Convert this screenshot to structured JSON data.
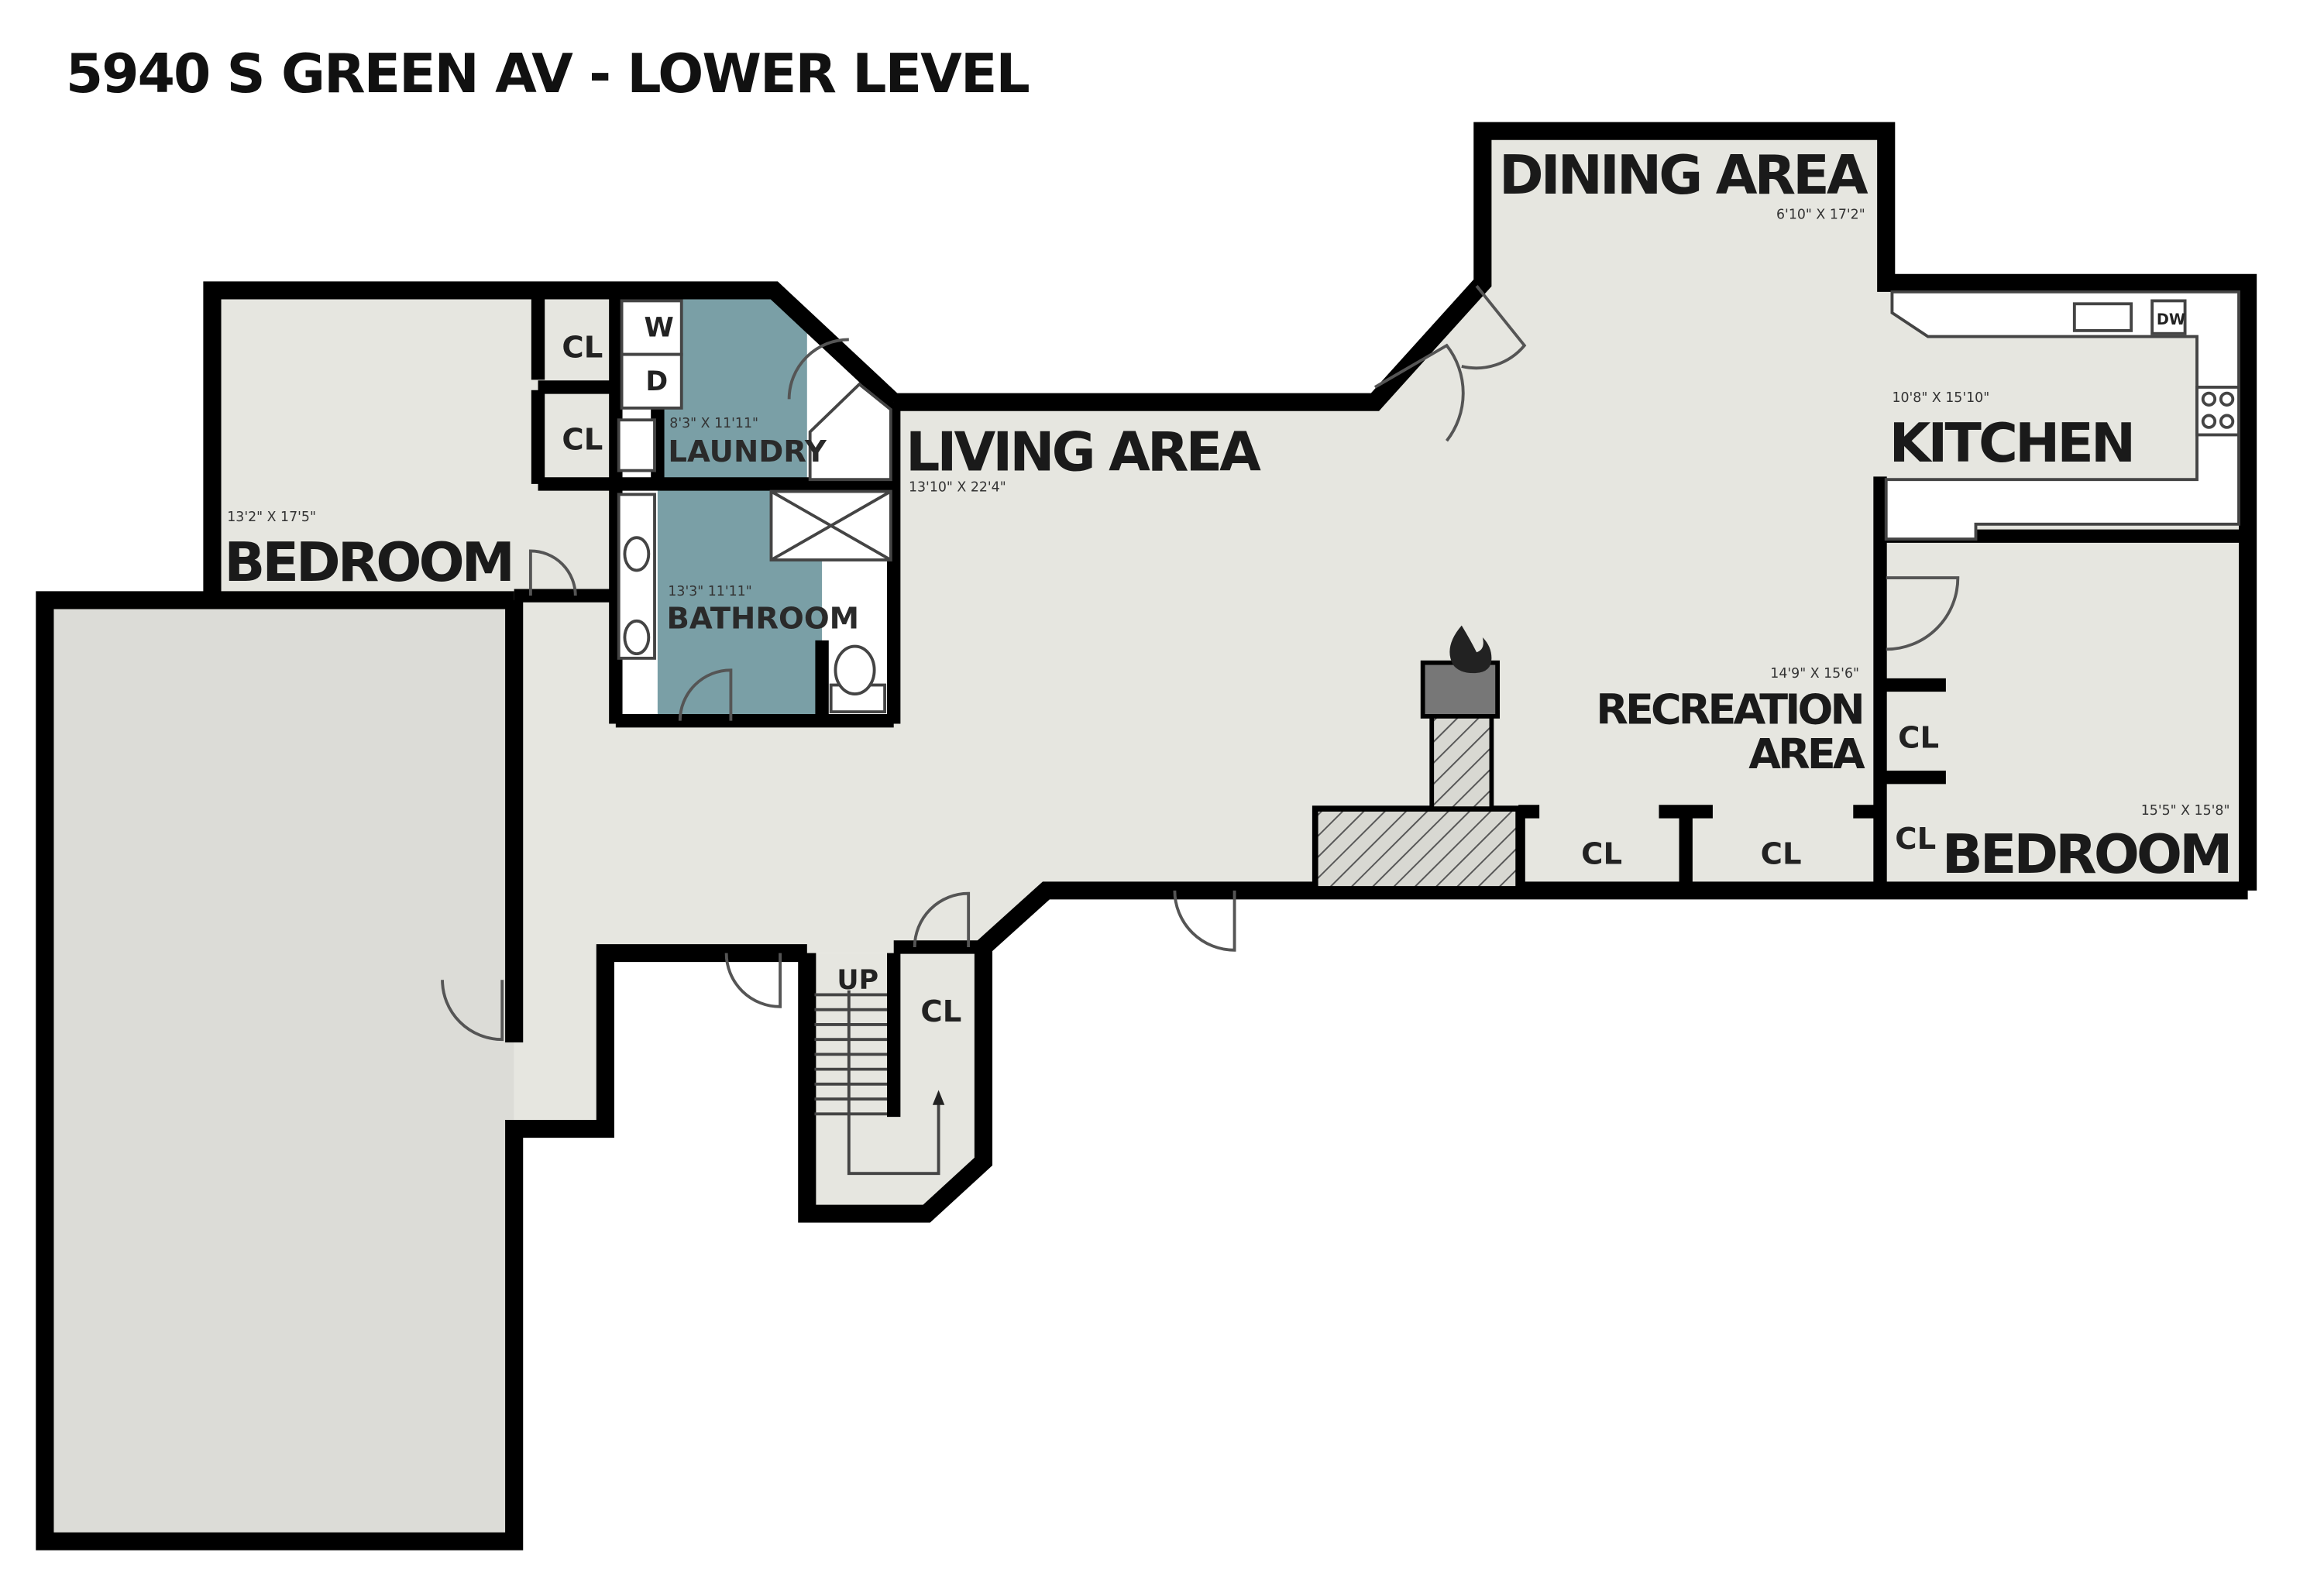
{
  "title": "5940 S GREEN AV - LOWER LEVEL",
  "rooms": {
    "dining": {
      "label": "DINING AREA",
      "dims": "6'10\" X 17'2\""
    },
    "kitchen": {
      "label": "KITCHEN",
      "dims": "10'8\" X 15'10\""
    },
    "living": {
      "label": "LIVING AREA",
      "dims": "13'10\" X 22'4\""
    },
    "bedroom_left": {
      "label": "BEDROOM",
      "dims": "13'2\" X 17'5\""
    },
    "bedroom_right": {
      "label": "BEDROOM",
      "dims": "15'5\" X 15'8\""
    },
    "laundry": {
      "label": "LAUNDRY",
      "dims": "8'3\" X 11'11\""
    },
    "bathroom": {
      "label": "BATHROOM",
      "dims": "13'3\" 11'11\""
    },
    "recreation": {
      "label_line1": "RECREATION",
      "label_line2": "AREA",
      "dims": "14'9\" X 15'6\""
    }
  },
  "closets": {
    "cl1": "CL",
    "cl2": "CL",
    "cl3": "CL",
    "cl4": "CL",
    "cl5": "CL",
    "cl6": "CL",
    "cl7": "CL"
  },
  "appliances": {
    "washer": "W",
    "dryer": "D",
    "dishwasher": "DW"
  },
  "stairs": {
    "label": "UP"
  },
  "colors": {
    "floor": "#e6e6e0",
    "wet_room": "#7a9fa6",
    "wall": "#000000",
    "garage": "#dcdcd7"
  },
  "icons": [
    "fireplace-flame-icon",
    "toilet-icon",
    "sink-icon",
    "stove-icon",
    "door-swing-icon"
  ]
}
